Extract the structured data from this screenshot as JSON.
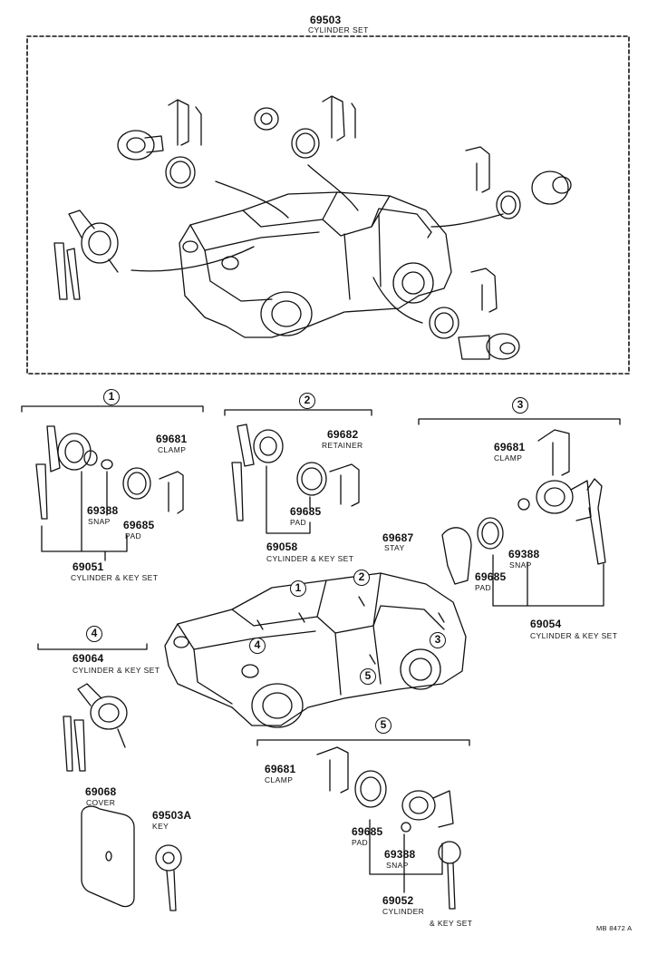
{
  "header": {
    "part_no": "69503",
    "part_name": "CYLINDER SET"
  },
  "callouts": [
    "1",
    "2",
    "3",
    "4",
    "5"
  ],
  "group1": {
    "clamp": {
      "no": "69681",
      "name": "CLAMP"
    },
    "snap": {
      "no": "69388",
      "name": "SNAP"
    },
    "pad": {
      "no": "69685",
      "name": "PAD"
    },
    "set": {
      "no": "69051",
      "name": "CYLINDER & KEY SET"
    }
  },
  "group2": {
    "retainer": {
      "no": "69682",
      "name": "RETAINER"
    },
    "pad": {
      "no": "69685",
      "name": "PAD"
    },
    "set": {
      "no": "69058",
      "name": "CYLINDER & KEY SET"
    }
  },
  "group3": {
    "clamp": {
      "no": "69681",
      "name": "CLAMP"
    },
    "stay": {
      "no": "69687",
      "name": "STAY"
    },
    "snap": {
      "no": "69388",
      "name": "SNAP"
    },
    "pad": {
      "no": "69685",
      "name": "PAD"
    },
    "set": {
      "no": "69054",
      "name": "CYLINDER & KEY SET"
    }
  },
  "group4": {
    "set": {
      "no": "69064",
      "name": "CYLINDER & KEY SET"
    },
    "cover": {
      "no": "69068",
      "name": "COVER"
    },
    "key": {
      "no": "69503A",
      "name": "KEY"
    }
  },
  "group5": {
    "clamp": {
      "no": "69681",
      "name": "CLAMP"
    },
    "pad": {
      "no": "69685",
      "name": "PAD"
    },
    "snap": {
      "no": "69388",
      "name": "SNAP"
    },
    "set": {
      "no": "69052",
      "name_line1": "CYLINDER",
      "name_line2": "& KEY SET"
    }
  },
  "footer": {
    "code": "MB  8472 A"
  }
}
